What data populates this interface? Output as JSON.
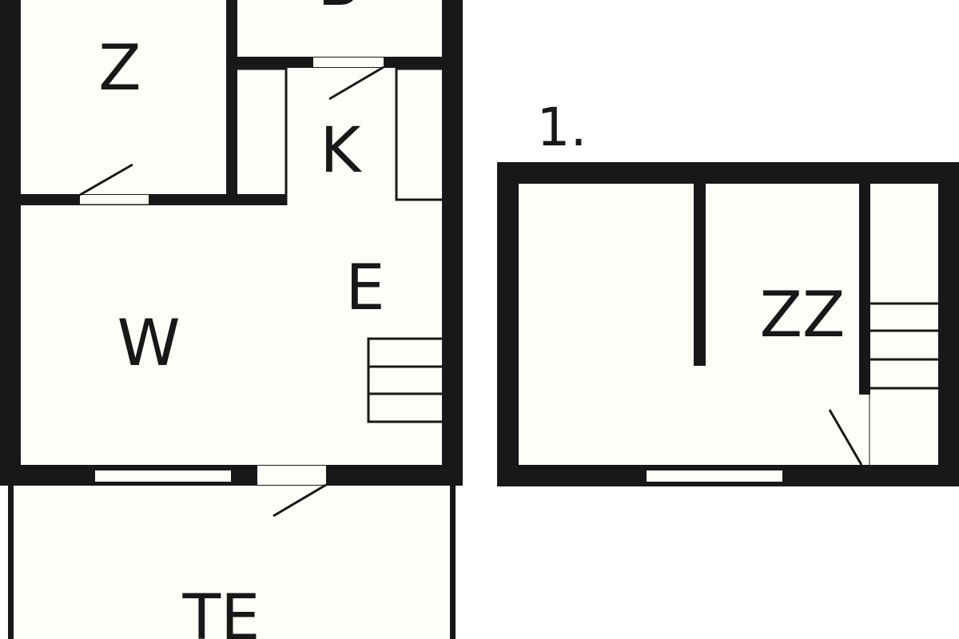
{
  "colors": {
    "wall": "#1a1718",
    "floor": "#fdfef8",
    "background": "#ffffff"
  },
  "plan": {
    "floor_label": "1.",
    "rooms": {
      "z": "Z",
      "b": "B",
      "k": "K",
      "e": "E",
      "w": "W",
      "zz": "ZZ",
      "te": "TE"
    }
  }
}
